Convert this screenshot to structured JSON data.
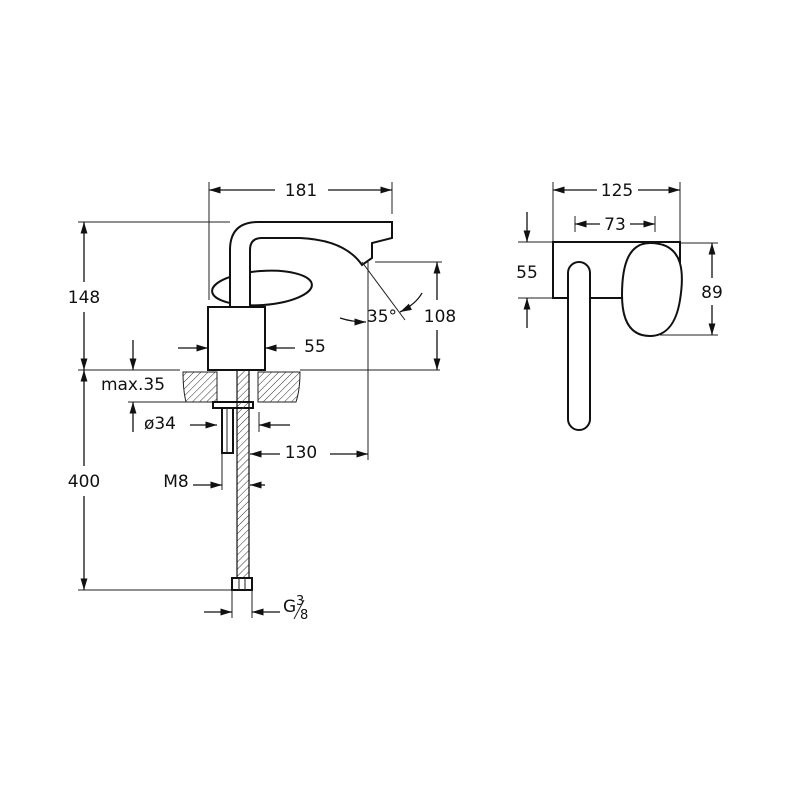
{
  "drawing": {
    "side_view": {
      "width_overall": "181",
      "height_spout": "148",
      "height_outlet": "108",
      "spout_angle": "35°",
      "body_diameter": "55",
      "max_counter_thickness": "max.35",
      "hole_diameter": "ø34",
      "reach": "130",
      "hose_length": "400",
      "thread_rod": "M8",
      "connection_main": "G",
      "connection_num": "3",
      "connection_den": "8"
    },
    "front_view": {
      "width_overall": "125",
      "width_inner": "73",
      "plate_height": "55",
      "knob_height": "89"
    }
  }
}
